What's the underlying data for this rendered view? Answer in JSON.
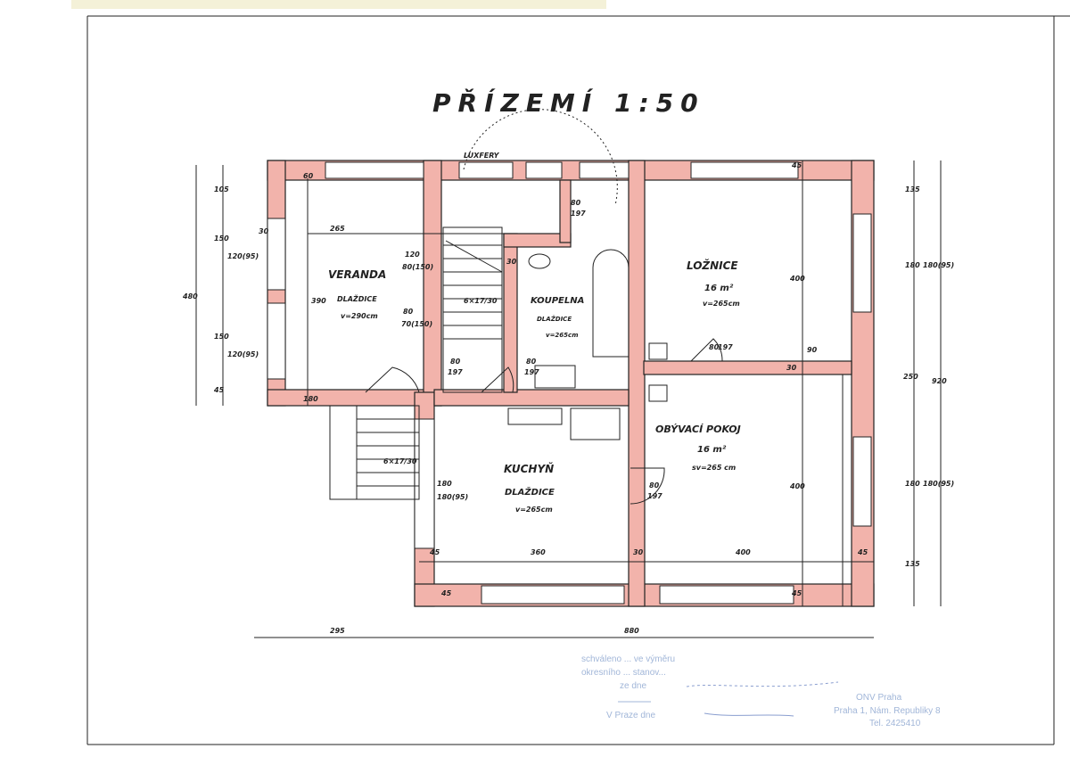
{
  "title": "PŘÍZEMÍ 1:50",
  "label_top": "LUXFERY",
  "rooms": {
    "veranda": {
      "name": "VERANDA",
      "floor": "DLAŽDICE",
      "height": "v=290cm"
    },
    "koupelna": {
      "name": "KOUPELNA",
      "floor": "DLAŽDICE",
      "height": "v=265cm"
    },
    "loznice": {
      "name": "LOŽNICE",
      "area": "16 m²",
      "height": "v=265cm"
    },
    "obyvaci": {
      "name": "OBÝVACÍ POKOJ",
      "area": "16 m²",
      "height": "sv=265 cm"
    },
    "kuchyn": {
      "name": "KUCHYŇ",
      "floor": "DLAŽDICE",
      "height": "v=265cm"
    }
  },
  "dims": {
    "d265": "265",
    "d60": "60",
    "d30a": "30",
    "d30b": "30",
    "d30c": "30",
    "d30d": "30",
    "d120": "120",
    "d80_150": "80(150)",
    "d80": "80",
    "d70_150": "70(150)",
    "door1a": "80",
    "door1b": "197",
    "door2a": "80",
    "door2b": "197",
    "door3a": "80",
    "door3b": "197",
    "door4a": "80",
    "door4b": "197",
    "door5a": "80",
    "door5b": "197",
    "d390": "390",
    "d400a": "400",
    "d400b": "400",
    "d400c": "400",
    "d360": "360",
    "d250": "250",
    "d880": "880",
    "d295": "295",
    "d45a": "45",
    "d45b": "45",
    "d45c": "45",
    "d45d": "45",
    "d45e": "45",
    "d45f": "45",
    "d90": "90",
    "d135a": "135",
    "d135b": "135",
    "d920": "920",
    "d480": "480",
    "d105": "105",
    "d150_1": "150",
    "d150_2": "150",
    "d120_95a": "120(95)",
    "d120_95b": "120(95)",
    "d180_1": "180",
    "d180_2": "180",
    "d180_3": "180",
    "d180_4": "180",
    "d180_95a": "180(95)",
    "d180_95b": "180(95)",
    "d180_95c": "180(95)",
    "stairs": "6×17/30",
    "stairs2": "6×17/30"
  },
  "stamp": {
    "line1": "schváleno ... ve výměru",
    "line2": "okresního ... stanov...",
    "line3": "ze dne",
    "line4": "V Praze dne",
    "office1": "ONV Praha",
    "office2": "Praha 1, Nám. Republiky 8",
    "office3": "Tel. 2425410"
  }
}
